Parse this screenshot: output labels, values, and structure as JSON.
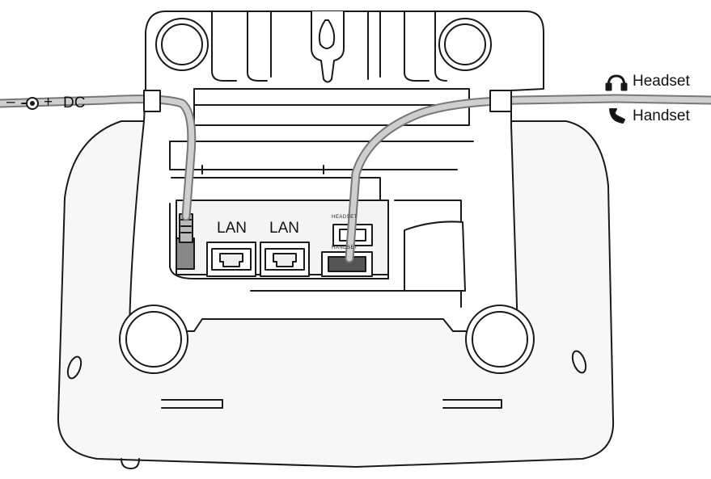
{
  "labels": {
    "dc": "DC",
    "dc_minus": "–",
    "dc_plus": "+",
    "headset": "Headset",
    "handset": "Handset",
    "lan_1": "LAN",
    "lan_2": "LAN",
    "port_headset": "HEADSET",
    "port_handset": "HANDSET"
  },
  "icons": {
    "dc_polarity": "dc-polarity-icon",
    "headset": "headset-icon",
    "handset": "handset-icon"
  }
}
